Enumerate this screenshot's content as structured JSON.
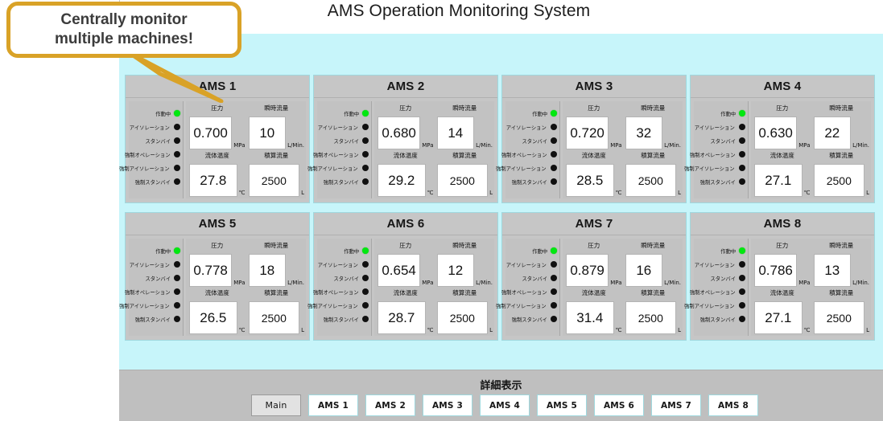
{
  "slide": {
    "title": "AMS Operation Monitoring System",
    "callout": {
      "line1": "Centrally monitor",
      "line2": "multiple machines!",
      "border_color": "#d9a227"
    }
  },
  "app": {
    "background_color": "#c7f5fa",
    "status_labels": [
      "作動中",
      "アイソレーション",
      "スタンバイ",
      "強制オペレーション",
      "強制アイソレーション",
      "強制スタンバイ"
    ],
    "status_led_on_color": "#00e810",
    "status_led_off_color": "#101010",
    "readout_labels": {
      "pressure": "圧力",
      "instant_flow": "瞬時流量",
      "fluid_temp": "流体温度",
      "total_flow": "積算流量"
    },
    "readout_units": {
      "pressure": "MPa",
      "instant_flow": "L/Min.",
      "fluid_temp": "℃",
      "total_flow": "L"
    },
    "panels": [
      {
        "title": "AMS 1",
        "status_states": [
          true,
          false,
          false,
          false,
          false,
          false
        ],
        "pressure": "0.700",
        "instant_flow": "10",
        "fluid_temp": "27.8",
        "total_flow": "2500"
      },
      {
        "title": "AMS 2",
        "status_states": [
          true,
          false,
          false,
          false,
          false,
          false
        ],
        "pressure": "0.680",
        "instant_flow": "14",
        "fluid_temp": "29.2",
        "total_flow": "2500"
      },
      {
        "title": "AMS 3",
        "status_states": [
          true,
          false,
          false,
          false,
          false,
          false
        ],
        "pressure": "0.720",
        "instant_flow": "32",
        "fluid_temp": "28.5",
        "total_flow": "2500"
      },
      {
        "title": "AMS 4",
        "status_states": [
          true,
          false,
          false,
          false,
          false,
          false
        ],
        "pressure": "0.630",
        "instant_flow": "22",
        "fluid_temp": "27.1",
        "total_flow": "2500"
      },
      {
        "title": "AMS 5",
        "status_states": [
          true,
          false,
          false,
          false,
          false,
          false
        ],
        "pressure": "0.778",
        "instant_flow": "18",
        "fluid_temp": "26.5",
        "total_flow": "2500"
      },
      {
        "title": "AMS 6",
        "status_states": [
          true,
          false,
          false,
          false,
          false,
          false
        ],
        "pressure": "0.654",
        "instant_flow": "12",
        "fluid_temp": "28.7",
        "total_flow": "2500"
      },
      {
        "title": "AMS 7",
        "status_states": [
          true,
          false,
          false,
          false,
          false,
          false
        ],
        "pressure": "0.879",
        "instant_flow": "16",
        "fluid_temp": "31.4",
        "total_flow": "2500"
      },
      {
        "title": "AMS 8",
        "status_states": [
          true,
          false,
          false,
          false,
          false,
          false
        ],
        "pressure": "0.786",
        "instant_flow": "13",
        "fluid_temp": "27.1",
        "total_flow": "2500"
      }
    ],
    "toolbar": {
      "heading": "詳細表示",
      "buttons": [
        {
          "label": "Main",
          "active": true
        },
        {
          "label": "AMS 1",
          "active": false
        },
        {
          "label": "AMS 2",
          "active": false
        },
        {
          "label": "AMS 3",
          "active": false
        },
        {
          "label": "AMS 4",
          "active": false
        },
        {
          "label": "AMS 5",
          "active": false
        },
        {
          "label": "AMS 6",
          "active": false
        },
        {
          "label": "AMS 7",
          "active": false
        },
        {
          "label": "AMS 8",
          "active": false
        }
      ]
    }
  }
}
